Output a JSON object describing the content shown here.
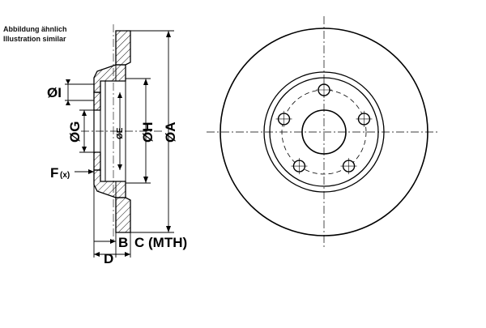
{
  "caption": {
    "line1": "Abbildung ähnlich",
    "line2": "Illustration similar"
  },
  "dimensions": {
    "i": "ØI",
    "g": "ØG",
    "e": "ØE",
    "h": "ØH",
    "a": "ØA",
    "f": "F",
    "f_sub": "(x)",
    "b": "B",
    "c": "C (MTH)",
    "d": "D"
  },
  "colors": {
    "line": "#000000",
    "hatch": "#000000",
    "background": "#ffffff"
  },
  "disc": {
    "bolt_holes": 5
  }
}
